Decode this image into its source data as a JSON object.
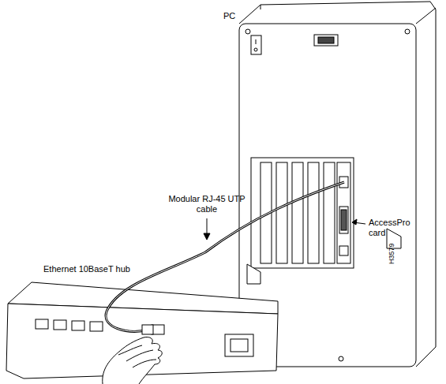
{
  "diagram": {
    "labels": [
      "PC",
      "AccessPro card",
      "Modular RJ-45 UTP cable",
      "Ethernet 10BaseT hub",
      "H3579"
    ]
  }
}
